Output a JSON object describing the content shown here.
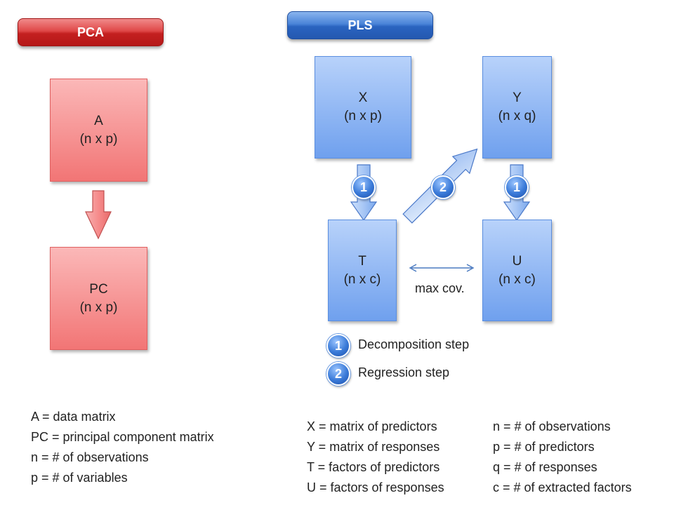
{
  "pca": {
    "title": "PCA",
    "box_a": {
      "name": "A",
      "dims": "(n x p)"
    },
    "box_pc": {
      "name": "PC",
      "dims": "(n x p)"
    },
    "legend": [
      "A = data matrix",
      "PC = principal component matrix",
      "n = # of observations",
      "p = # of variables"
    ]
  },
  "pls": {
    "title": "PLS",
    "box_x": {
      "name": "X",
      "dims": "(n x p)"
    },
    "box_y": {
      "name": "Y",
      "dims": "(n x q)"
    },
    "box_t": {
      "name": "T",
      "dims": "(n x c)"
    },
    "box_u": {
      "name": "U",
      "dims": "(n x c)"
    },
    "badge_decomp": "1",
    "badge_regress": "2",
    "max_cov_label": "max cov.",
    "key": [
      {
        "badge": "1",
        "label": "Decomposition step"
      },
      {
        "badge": "2",
        "label": "Regression step"
      }
    ],
    "legend_left": [
      "X = matrix of predictors",
      "Y = matrix of responses",
      "T = factors of predictors",
      "U = factors of responses"
    ],
    "legend_right": [
      "n = # of observations",
      "p = # of predictors",
      "q = # of responses",
      "c = # of extracted factors"
    ]
  }
}
